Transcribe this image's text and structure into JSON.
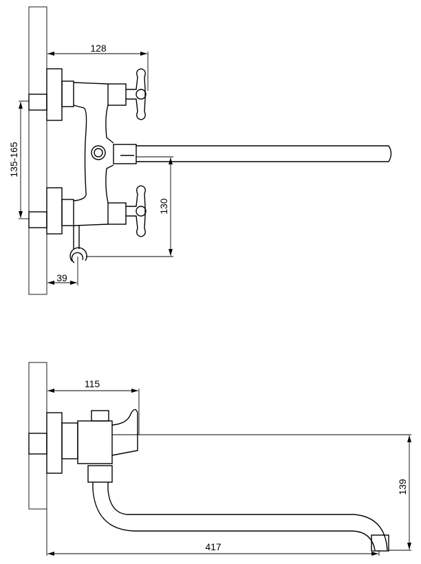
{
  "top_view": {
    "dimensions": {
      "handle_projection": "128",
      "inlet_spacing": "135-165",
      "spout_to_holder": "130",
      "holder_offset": "39"
    }
  },
  "side_view": {
    "dimensions": {
      "lever_projection": "115",
      "spout_height": "139",
      "spout_reach": "417"
    }
  }
}
